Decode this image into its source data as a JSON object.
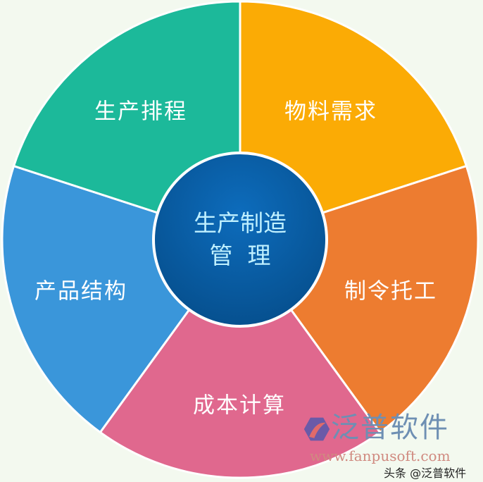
{
  "center": {
    "line1": "生产制造",
    "line2": "管  理",
    "color": "#0a5fa8"
  },
  "segments": [
    {
      "label": "物料需求",
      "color": "#fbab05"
    },
    {
      "label": "制令托工",
      "color": "#ed7c30"
    },
    {
      "label": "成本计算",
      "color": "#e0688e"
    },
    {
      "label": "产品结构",
      "color": "#3a96da"
    },
    {
      "label": "生产排程",
      "color": "#1cb99a"
    }
  ],
  "logo": {
    "name": "泛普软件",
    "url": "www.fanpusoft.com"
  },
  "watermark": "头条 @泛普软件"
}
